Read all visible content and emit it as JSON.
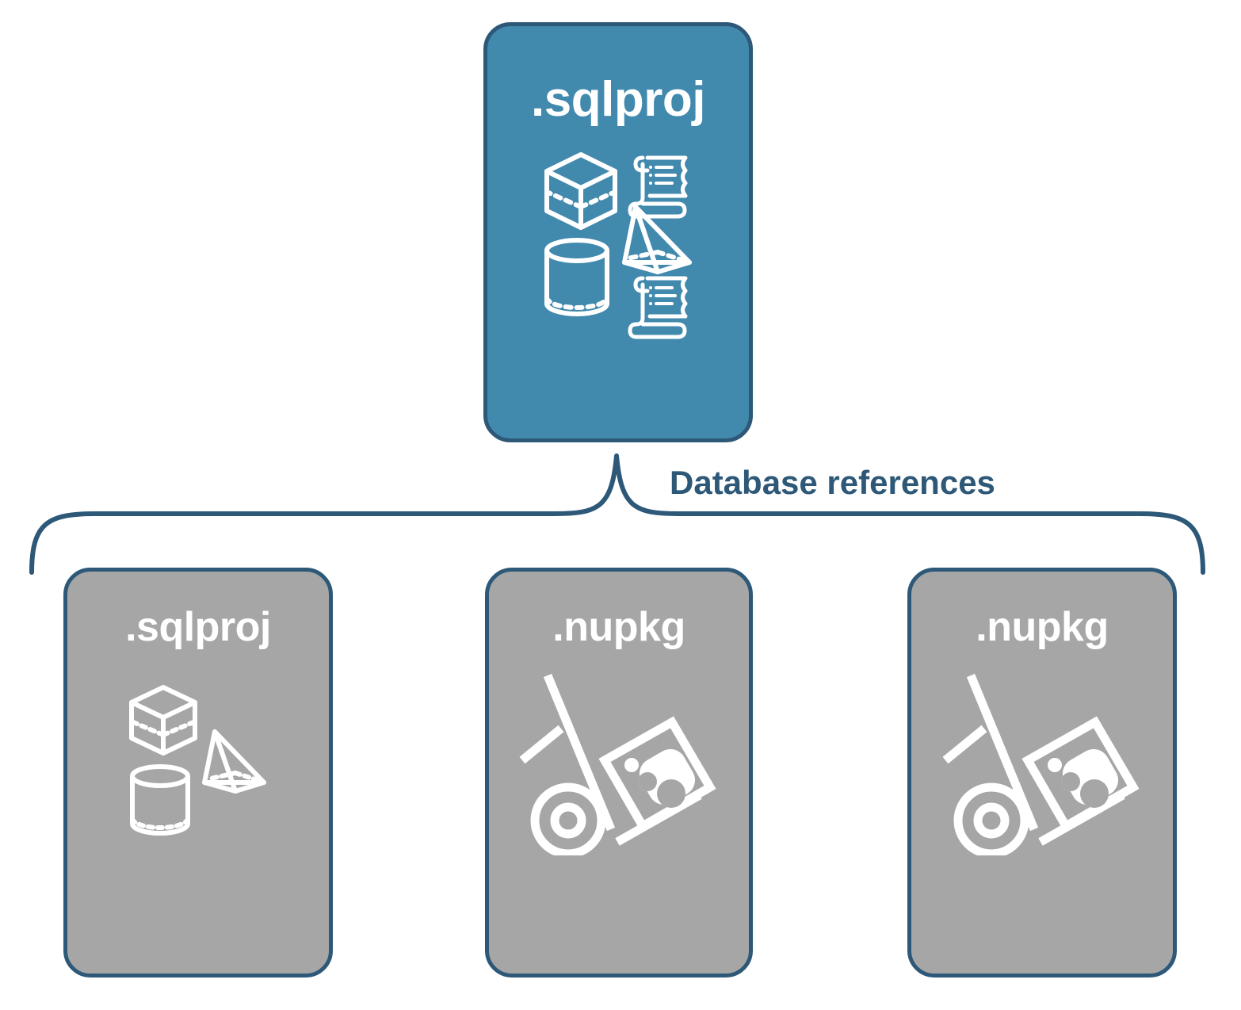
{
  "diagram": {
    "title_text": "Database references",
    "colors": {
      "primary_fill": "#4189ad",
      "secondary_fill": "#a6a6a6",
      "stroke": "#2d5878",
      "label_text": "#2d5878",
      "icon": "#ffffff",
      "background": "#ffffff"
    },
    "root": {
      "label": ".sqlproj",
      "icons": [
        "cube-icon",
        "pyramid-icon",
        "cylinder-icon",
        "scroll-icon",
        "scroll-icon"
      ]
    },
    "connector": {
      "label": "Database references",
      "style": "curly-brace"
    },
    "children": [
      {
        "label": ".sqlproj",
        "icons": [
          "cube-icon",
          "pyramid-icon",
          "cylinder-icon"
        ]
      },
      {
        "label": ".nupkg",
        "icons": [
          "hand-truck-package-icon"
        ]
      },
      {
        "label": ".nupkg",
        "icons": [
          "hand-truck-package-icon"
        ]
      }
    ]
  },
  "chart_data": {
    "type": "diagram",
    "title": "Database references",
    "nodes": [
      {
        "id": "root",
        "label": ".sqlproj",
        "role": "project",
        "fill": "#4189ad"
      },
      {
        "id": "ref1",
        "label": ".sqlproj",
        "role": "reference",
        "fill": "#a6a6a6"
      },
      {
        "id": "ref2",
        "label": ".nupkg",
        "role": "reference",
        "fill": "#a6a6a6"
      },
      {
        "id": "ref3",
        "label": ".nupkg",
        "role": "reference",
        "fill": "#a6a6a6"
      }
    ],
    "edges": [
      {
        "from": "root",
        "to": "ref1",
        "label": "Database references"
      },
      {
        "from": "root",
        "to": "ref2",
        "label": "Database references"
      },
      {
        "from": "root",
        "to": "ref3",
        "label": "Database references"
      }
    ]
  }
}
